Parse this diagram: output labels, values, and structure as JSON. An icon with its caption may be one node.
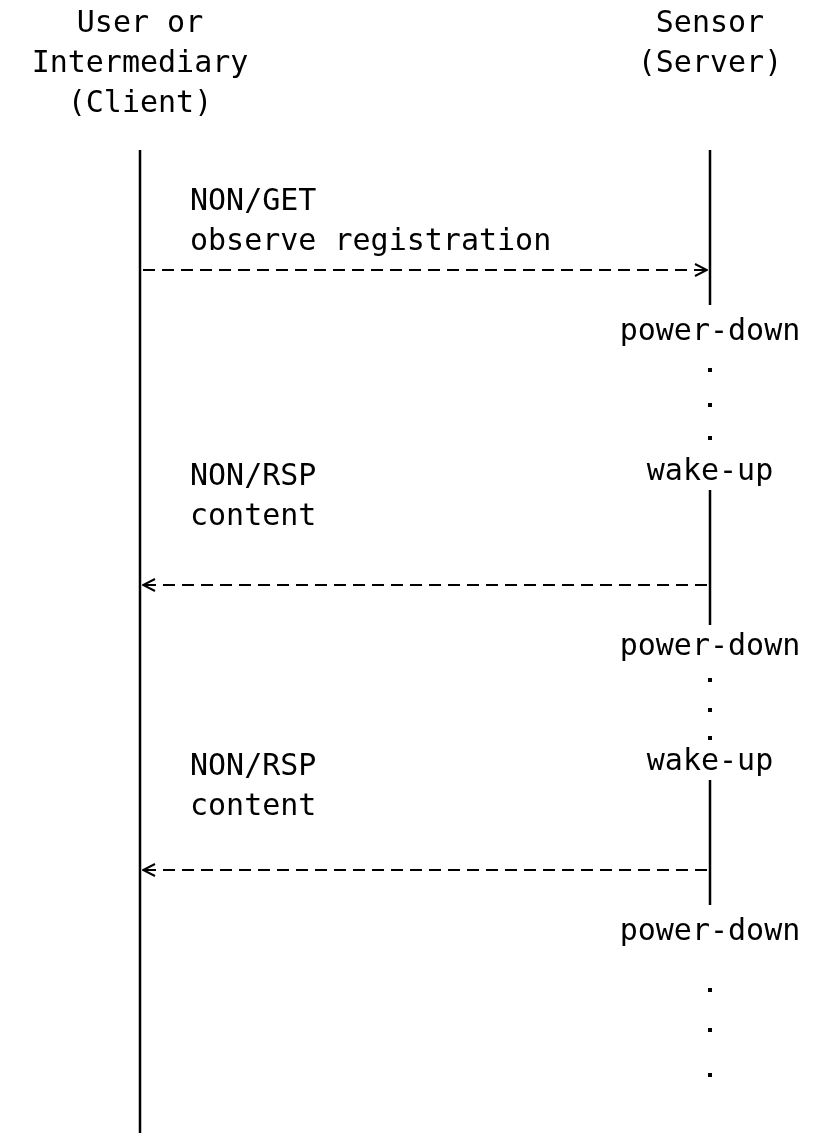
{
  "diagram": {
    "nodes": [
      {
        "text": [
          "User or Intermediary (Client)"
        ]
      },
      {
        "text": [
          "Sensor (Server)"
        ]
      },
      {
        "text": [],
        "shape": "bar"
      },
      {
        "text": [],
        "shape": "bar"
      }
    ],
    "edges": [
      {
        "from": 2,
        "to": 3,
        "arrow": "to",
        "style": "dashed",
        "label": "NON/GET observe registration"
      },
      {
        "from": 3,
        "to": 2,
        "arrow": "to",
        "style": "dashed",
        "label": "NON/RSP content"
      },
      {
        "from": 3,
        "to": 2,
        "arrow": "to",
        "style": "dashed",
        "label": "NON/RSP content"
      }
    ],
    "labels": [
      "power-down",
      "wake-up",
      "power-down",
      "wake-up",
      "power-down"
    ]
  }
}
